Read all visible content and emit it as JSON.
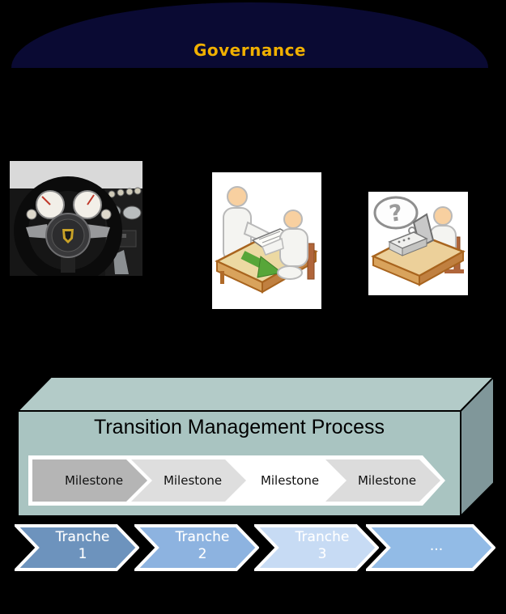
{
  "governance": {
    "label": "Governance",
    "fill": "#0a0a33",
    "text_color": "#f0b000"
  },
  "illustrations": {
    "steering_wheel": {
      "name": "steering-wheel-photo"
    },
    "handover": {
      "name": "document-handover-illustration"
    },
    "question_desk": {
      "name": "question-desk-illustration"
    }
  },
  "process_box": {
    "title": "Transition Management Process",
    "front_fill": "#a9c4c1",
    "top_fill": "#b3cbc8",
    "side_fill": "#80979a",
    "milestones": [
      {
        "label": "Milestone",
        "fill": "#b5b5b5"
      },
      {
        "label": "Milestone",
        "fill": "#dedede"
      },
      {
        "label": "Milestone",
        "fill": "#ffffff"
      },
      {
        "label": "Milestone",
        "fill": "#dcdcdc"
      }
    ]
  },
  "tranches": [
    {
      "line1": "Tranche",
      "line2": "1",
      "fill": "#6d93bd"
    },
    {
      "line1": "Tranche",
      "line2": "2",
      "fill": "#8db3e0"
    },
    {
      "line1": "Tranche",
      "line2": "3",
      "fill": "#c7dbf4"
    },
    {
      "line1": "...",
      "line2": "",
      "fill": "#92bbe6"
    }
  ]
}
